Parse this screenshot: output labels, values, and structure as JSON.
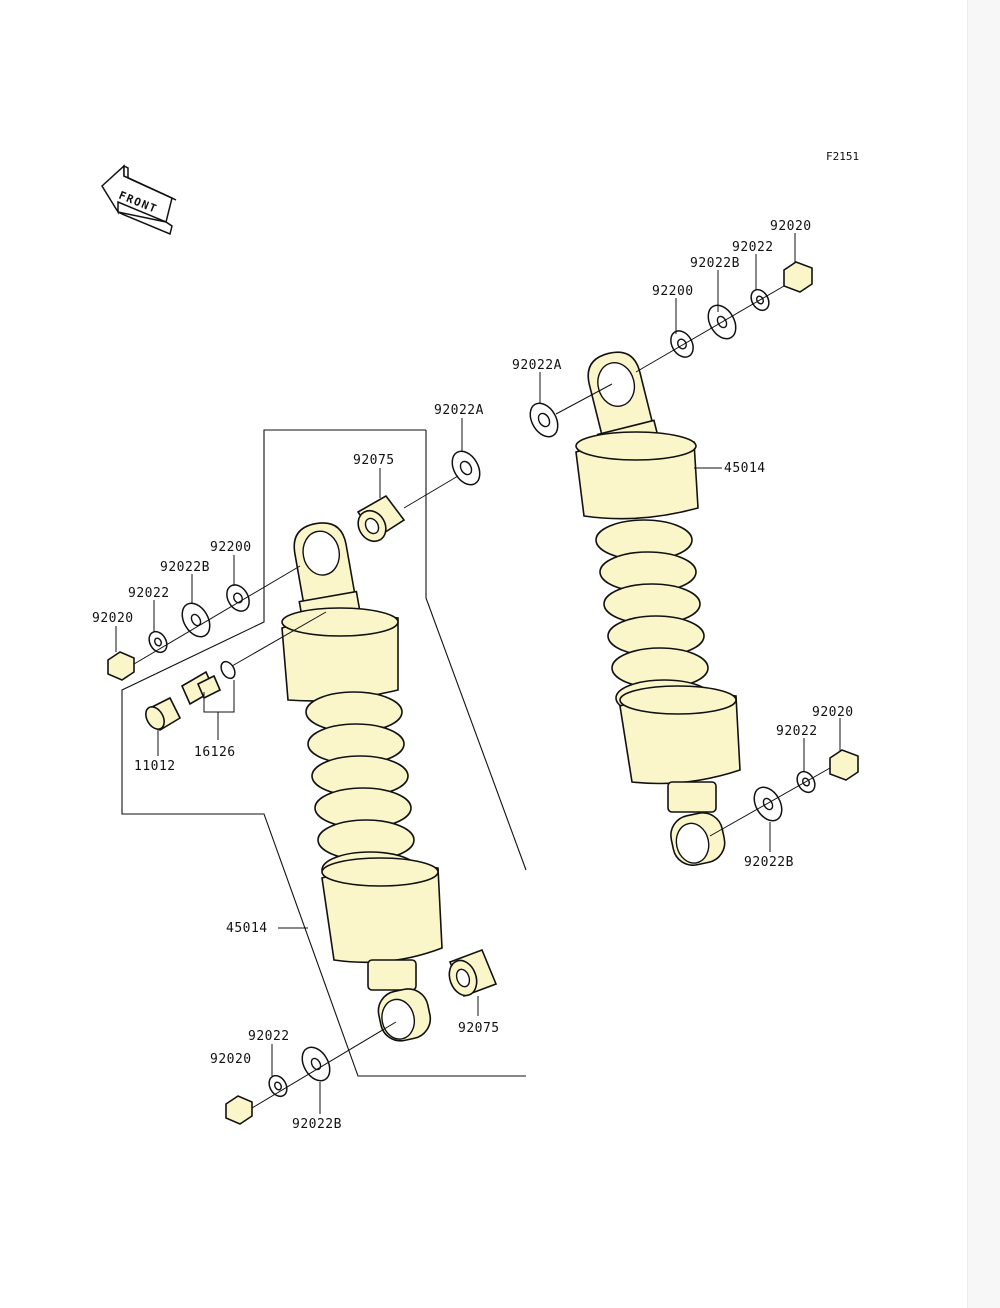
{
  "figure": {
    "code": "F2151",
    "front_marker": "FRONT"
  },
  "colors": {
    "part_fill": "#fbf6c9",
    "outline": "#111111",
    "background": "#ffffff"
  },
  "labels": {
    "r_92020": "92020",
    "r_92022": "92022",
    "r_92022B": "92022B",
    "r_92200": "92200",
    "r_92022A": "92022A",
    "r_45014": "45014",
    "r_bot_92020": "92020",
    "r_bot_92022": "92022",
    "r_bot_92022B": "92022B",
    "l_92022A": "92022A",
    "l_92075_top": "92075",
    "l_92200": "92200",
    "l_92022B": "92022B",
    "l_92022": "92022",
    "l_92020": "92020",
    "l_16126": "16126",
    "l_11012": "11012",
    "l_45014": "45014",
    "l_92075_bot": "92075",
    "l_bot_92022": "92022",
    "l_bot_92020": "92020",
    "l_bot_92022B": "92022B"
  }
}
